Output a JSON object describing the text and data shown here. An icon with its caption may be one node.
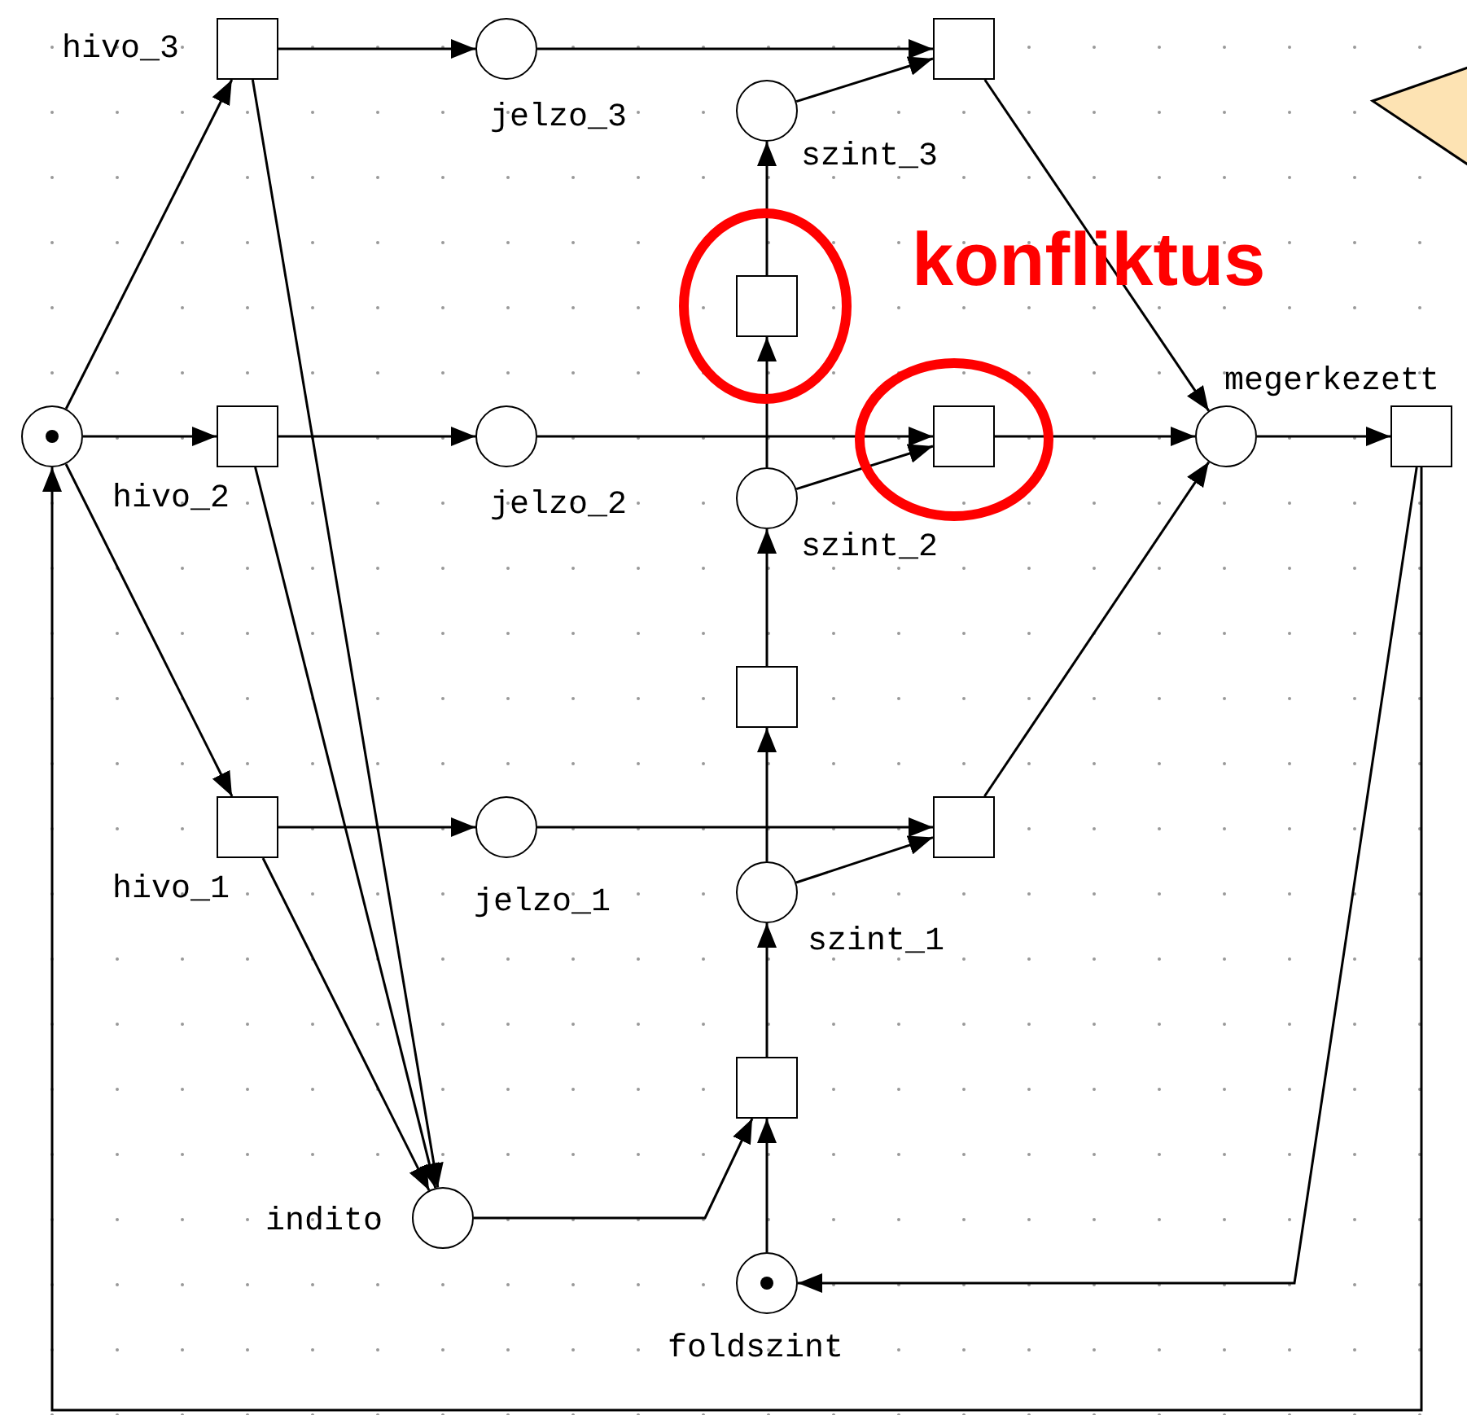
{
  "diagram": {
    "nodes": [
      {
        "text": [],
        "shape": "circle"
      },
      {
        "text": [
          "hivo_3"
        ]
      },
      {
        "text": [
          "hivo_2"
        ]
      },
      {
        "text": [
          "hivo_1"
        ]
      },
      {
        "text": [
          "jelzo_3"
        ]
      },
      {
        "text": [
          "jelzo_2"
        ]
      },
      {
        "text": [
          "jelzo_1"
        ]
      },
      {
        "text": [],
        "shape": "box"
      },
      {
        "text": [
          "szint_3"
        ]
      },
      {
        "text": [],
        "shape": "box"
      },
      {
        "text": [],
        "shape": "box"
      },
      {
        "text": [
          "szint_2"
        ]
      },
      {
        "text": [
          "megerkezett"
        ]
      },
      {
        "text": [],
        "shape": "box"
      },
      {
        "text": [],
        "shape": "box"
      },
      {
        "text": [],
        "shape": "box"
      },
      {
        "text": [
          "szint_1"
        ]
      },
      {
        "text": [],
        "shape": "box"
      },
      {
        "text": [
          "indito"
        ]
      },
      {
        "text": [
          "foldszint"
        ]
      }
    ],
    "edges": [
      {
        "from": 0,
        "to": 1,
        "arrow": "to"
      },
      {
        "from": 0,
        "to": 2,
        "arrow": "to"
      },
      {
        "from": 0,
        "to": 3,
        "arrow": "to"
      },
      {
        "from": 1,
        "to": 4,
        "arrow": "to"
      },
      {
        "from": 2,
        "to": 5,
        "arrow": "to"
      },
      {
        "from": 3,
        "to": 6,
        "arrow": "to"
      },
      {
        "from": 1,
        "to": 18,
        "arrow": "to"
      },
      {
        "from": 2,
        "to": 18,
        "arrow": "to"
      },
      {
        "from": 3,
        "to": 18,
        "arrow": "to"
      },
      {
        "from": 4,
        "to": 7,
        "arrow": "to"
      },
      {
        "from": 8,
        "to": 7,
        "arrow": "to"
      },
      {
        "from": 7,
        "to": 12,
        "arrow": "to"
      },
      {
        "from": 5,
        "to": 10,
        "arrow": "to"
      },
      {
        "from": 11,
        "to": 10,
        "arrow": "to"
      },
      {
        "from": 10,
        "to": 12,
        "arrow": "to"
      },
      {
        "from": 11,
        "to": 9,
        "arrow": "to"
      },
      {
        "from": 9,
        "to": 8,
        "arrow": "to"
      },
      {
        "from": 6,
        "to": 15,
        "arrow": "to"
      },
      {
        "from": 16,
        "to": 15,
        "arrow": "to"
      },
      {
        "from": 15,
        "to": 12,
        "arrow": "to"
      },
      {
        "from": 16,
        "to": 14,
        "arrow": "to"
      },
      {
        "from": 14,
        "to": 11,
        "arrow": "to"
      },
      {
        "from": 12,
        "to": 13,
        "arrow": "to"
      },
      {
        "from": 19,
        "to": 17,
        "arrow": "to"
      },
      {
        "from": 18,
        "to": 17,
        "arrow": "to"
      },
      {
        "from": 17,
        "to": 16,
        "arrow": "to"
      },
      {
        "from": 13,
        "to": 19,
        "arrow": "to"
      },
      {
        "from": 13,
        "to": 0,
        "arrow": "to"
      }
    ],
    "labels": [
      "konfliktus"
    ]
  }
}
